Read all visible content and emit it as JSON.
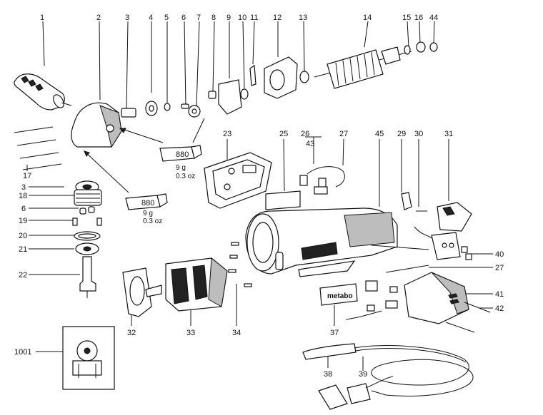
{
  "diagram": {
    "part_numbers": [
      "1",
      "2",
      "3",
      "4",
      "5",
      "6",
      "7",
      "8",
      "9",
      "10",
      "11",
      "12",
      "13",
      "14",
      "15",
      "16",
      "44",
      "17",
      "3",
      "18",
      "6",
      "19",
      "20",
      "21",
      "22",
      "23",
      "25",
      "26",
      "43",
      "27",
      "45",
      "29",
      "30",
      "31",
      "40",
      "27",
      "41",
      "42",
      "32",
      "33",
      "34",
      "37",
      "38",
      "39",
      "1001"
    ],
    "grease_tubes": [
      {
        "label": "880",
        "amount": "9 g",
        "amount_oz": "0.3 oz"
      },
      {
        "label": "880",
        "amount": "9 g",
        "amount_oz": "0.3 oz"
      }
    ],
    "brand_plate": "metabo"
  }
}
